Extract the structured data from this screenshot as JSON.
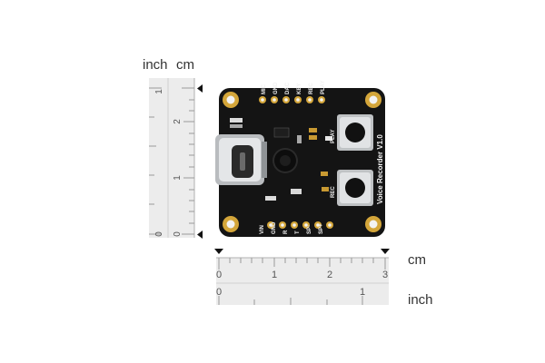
{
  "product": {
    "name": "Voice Recorder V1.0",
    "top_pins": [
      "MIC",
      "GND",
      "DAC",
      "KEY",
      "REC",
      "PLAY"
    ],
    "bottom_pins": [
      "VIN",
      "GND",
      "R",
      "T",
      "SP-",
      "SP+"
    ],
    "button_labels": [
      "PLAY",
      "REC"
    ]
  },
  "rulers": {
    "vertical": {
      "unit_inch": "inch",
      "unit_cm": "cm",
      "inch_ticks": [
        "1",
        "0"
      ],
      "cm_ticks": [
        "2",
        "1",
        "0"
      ]
    },
    "horizontal": {
      "unit_cm": "cm",
      "unit_inch": "inch",
      "cm_ticks": [
        "0",
        "1",
        "2",
        "3"
      ],
      "inch_ticks": [
        "0",
        "1"
      ]
    }
  },
  "colors": {
    "pcb": "#141414",
    "gold": "#d4a63a",
    "ruler_fill": "#ececec",
    "ruler_line": "#9a9a9a"
  }
}
